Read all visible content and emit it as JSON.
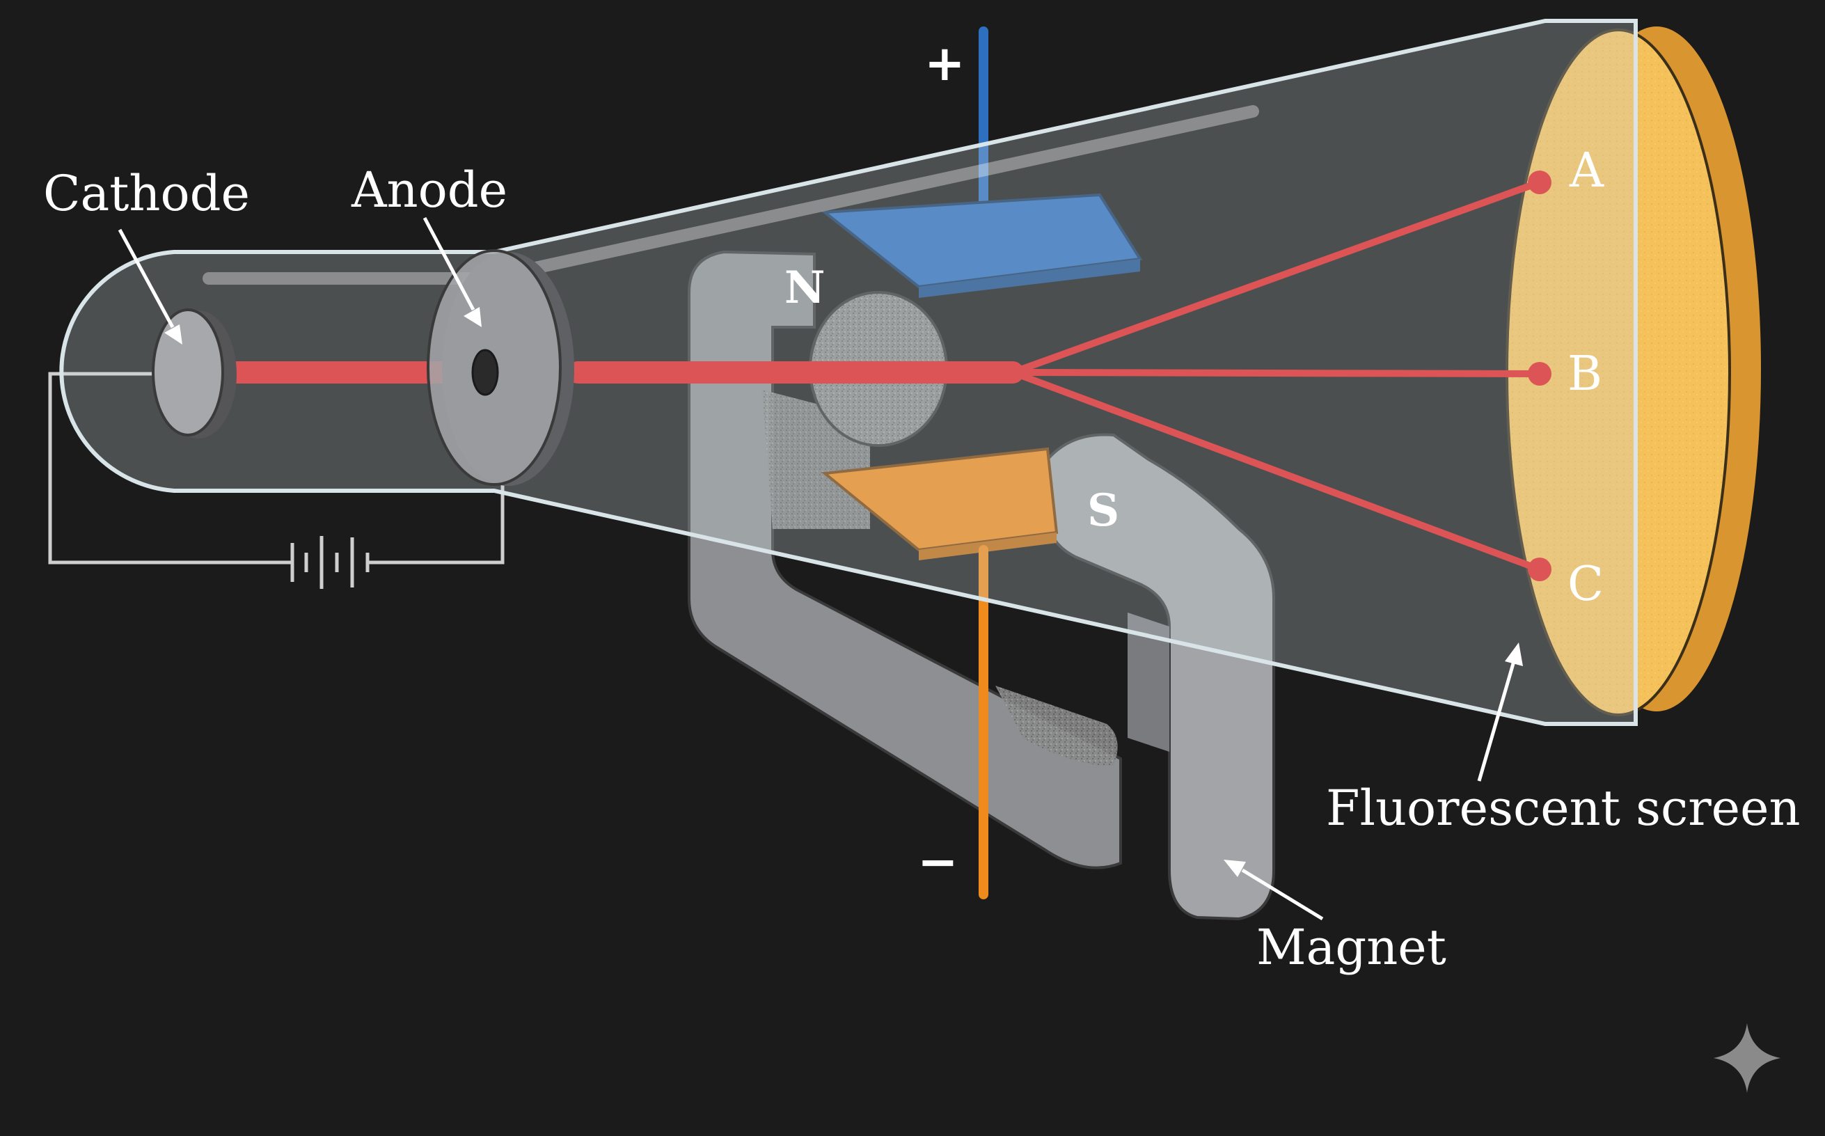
{
  "labels": {
    "cathode": "Cathode",
    "anode": "Anode",
    "fluorescent_screen": "Fluorescent screen",
    "magnet": "Magnet"
  },
  "poles": {
    "north": "N",
    "south": "S"
  },
  "plates": {
    "positive": "+",
    "negative": "−"
  },
  "screen_points": [
    "A",
    "B",
    "C"
  ],
  "colors": {
    "background": "#1c1b1b",
    "beam": "#e32222",
    "positive_plate": "#2f6fc0",
    "negative_plate": "#ef8a1c",
    "screen": "#f5c15a",
    "magnet": "#9b9c9f",
    "glass": "#c8d6dc",
    "wire": "#cfcfcf"
  }
}
